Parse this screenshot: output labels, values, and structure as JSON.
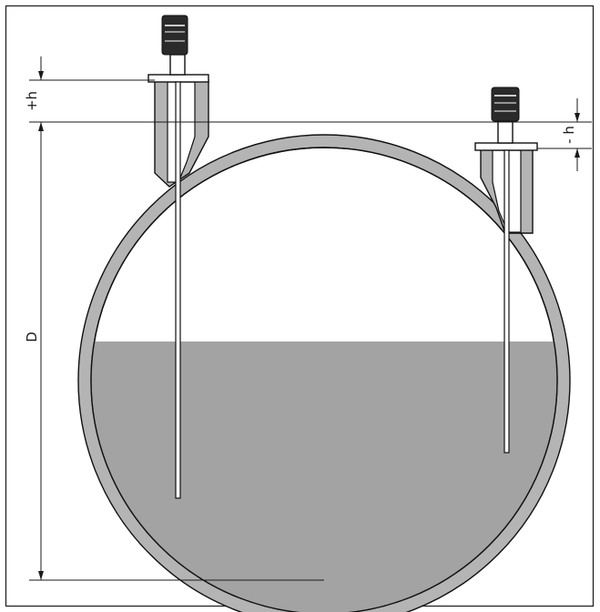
{
  "diagram": {
    "labels": {
      "plus_h": "+h",
      "minus_h": "- h",
      "d": "D"
    },
    "colors": {
      "frame": "#1a1a1a",
      "wall_fill": "#b4b4b4",
      "liquid": "#a3a3a3",
      "outline": "#111111",
      "sensor_head": "#2a2a2a",
      "background": "#ffffff"
    }
  }
}
